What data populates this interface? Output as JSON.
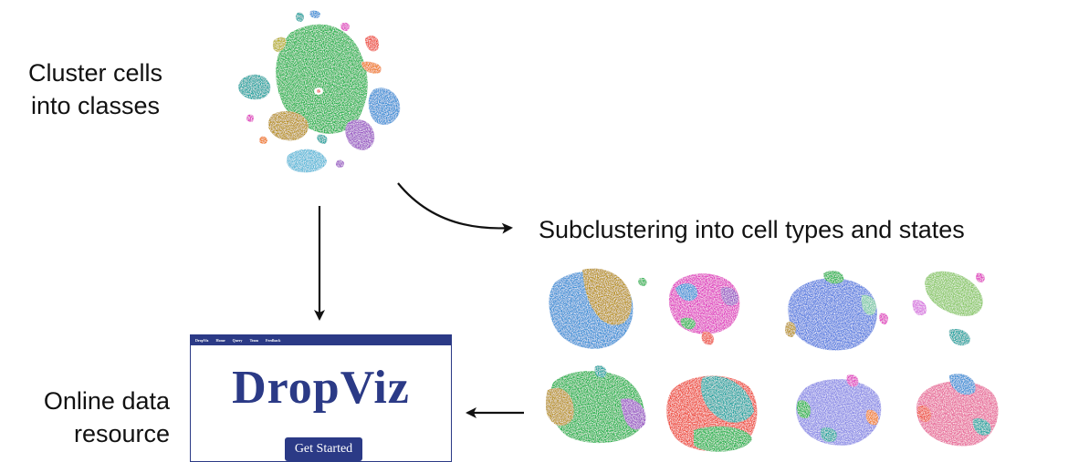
{
  "labels": {
    "cluster": [
      "Cluster cells",
      "into classes"
    ],
    "subcluster": "Subclustering into cell types and states",
    "online": [
      "Online data",
      "resource"
    ]
  },
  "dropviz": {
    "nav": [
      "DropViz",
      "Home",
      "Query",
      "Team",
      "Feedback"
    ],
    "title": "DropViz",
    "button": "Get Started"
  },
  "colors": {
    "brand": "#2b3a86",
    "green": "#21b24b",
    "teal": "#1aa3a0",
    "olive": "#b8911f",
    "blue": "#3a8fd6",
    "purple": "#9a56c4",
    "red": "#ee4b3c",
    "magenta": "#e03cc0",
    "orange": "#ef7a24"
  }
}
